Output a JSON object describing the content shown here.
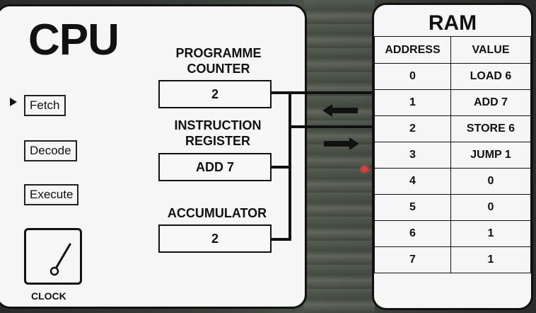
{
  "cpu": {
    "title": "CPU",
    "steps": [
      {
        "label": "Fetch",
        "active": true
      },
      {
        "label": "Decode",
        "active": false
      },
      {
        "label": "Execute",
        "active": false
      }
    ],
    "clock_label": "CLOCK",
    "registers": {
      "programme_counter": {
        "label_line1": "PROGRAMME",
        "label_line2": "COUNTER",
        "value": "2"
      },
      "instruction_register": {
        "label_line1": "INSTRUCTION",
        "label_line2": "REGISTER",
        "value": "ADD 7"
      },
      "accumulator": {
        "label": "ACCUMULATOR",
        "value": "2"
      }
    }
  },
  "ram": {
    "title": "RAM",
    "columns": [
      "ADDRESS",
      "VALUE"
    ],
    "rows": [
      {
        "address": "0",
        "value": "LOAD 6"
      },
      {
        "address": "1",
        "value": "ADD 7"
      },
      {
        "address": "2",
        "value": "STORE 6"
      },
      {
        "address": "3",
        "value": "JUMP 1"
      },
      {
        "address": "4",
        "value": "0"
      },
      {
        "address": "5",
        "value": "0"
      },
      {
        "address": "6",
        "value": "1"
      },
      {
        "address": "7",
        "value": "1"
      }
    ]
  },
  "colors": {
    "panel": "#f6f6f6",
    "ink": "#111111",
    "indicator": "#e23a3a"
  }
}
